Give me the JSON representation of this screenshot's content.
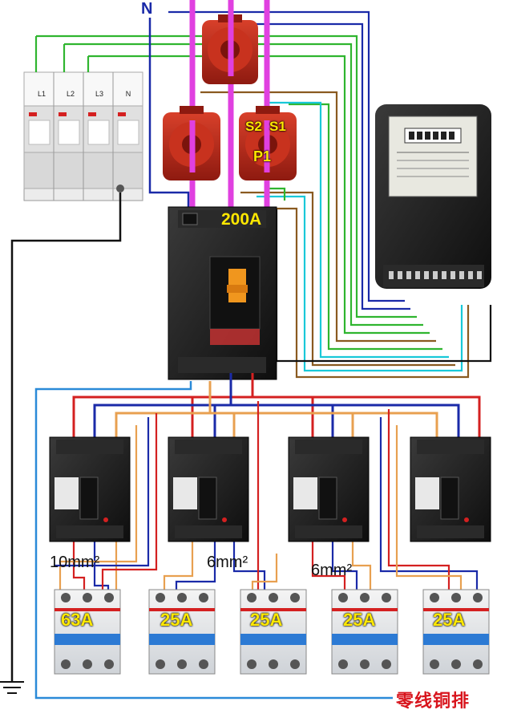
{
  "labels": {
    "neutral": "N",
    "ct_secondary_s2": "S2",
    "ct_secondary_s1": "S1",
    "ct_primary_p1": "P1",
    "main_breaker_rating": "200A",
    "cable_10": "10mm²",
    "cable_6a": "6mm²",
    "cable_6b": "6mm²",
    "mcb_1": "63A",
    "mcb_2": "25A",
    "mcb_3": "25A",
    "mcb_4": "25A",
    "mcb_5": "25A",
    "neutral_busbar": "零线铜排"
  },
  "surge_protector": {
    "terminals": [
      "L1",
      "L2",
      "L3",
      "N"
    ]
  },
  "colors": {
    "phase_a": "#e8a050",
    "phase_b": "#d42020",
    "phase_c": "#1a2aa8",
    "primary_bus": "#e040e0",
    "earth": "#111111",
    "neutral_busbar": "#2a8ad8",
    "ct_body": "#b82618",
    "device_body": "#1c1c1c"
  }
}
